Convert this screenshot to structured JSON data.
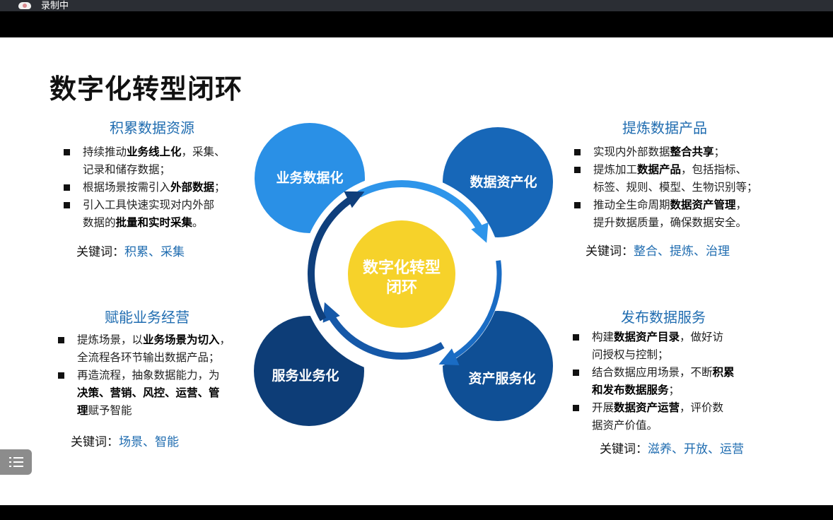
{
  "app": {
    "recording_label": "录制中",
    "menu_icon": "list-icon"
  },
  "slide": {
    "title": "数字化转型闭环",
    "center_label_line1": "数字化转型",
    "center_label_line2": "闭环",
    "nodes": [
      "业务数据化",
      "数据资产化",
      "资产服务化",
      "服务业务化"
    ],
    "colors": {
      "node1": "#2a90e6",
      "node2": "#1767b8",
      "node3": "#0f4f95",
      "node4": "#0d3d77",
      "center": "#f6d22a",
      "heading": "#1f6cb0"
    },
    "keywords_label": "关键词：",
    "sections": [
      {
        "heading": "积累数据资源",
        "bullets": [
          [
            {
              "t": "持续推动"
            },
            {
              "t": "业务线上化",
              "b": 1
            },
            {
              "t": "，采集、"
            },
            {
              "br": 1
            },
            {
              "t": "记录和储存数据；"
            }
          ],
          [
            {
              "t": "根据场景按需引入"
            },
            {
              "t": "外部数据",
              "b": 1
            },
            {
              "t": "；"
            }
          ],
          [
            {
              "t": "引入工具快速实现对内外部"
            },
            {
              "br": 1
            },
            {
              "t": "数据的"
            },
            {
              "t": "批量和实时采集",
              "b": 1
            },
            {
              "t": "。"
            }
          ]
        ],
        "keywords": "积累、采集"
      },
      {
        "heading": "提炼数据产品",
        "bullets": [
          [
            {
              "t": "实现内外部数据"
            },
            {
              "t": "整合共享",
              "b": 1
            },
            {
              "t": "；"
            }
          ],
          [
            {
              "t": "提炼加工"
            },
            {
              "t": "数据产品",
              "b": 1
            },
            {
              "t": "，包括指标、"
            },
            {
              "br": 1
            },
            {
              "t": "标签、规则、模型、生物识别等；"
            }
          ],
          [
            {
              "t": "推动全生命周期"
            },
            {
              "t": "数据资产管理",
              "b": 1
            },
            {
              "t": "，"
            },
            {
              "br": 1
            },
            {
              "t": "提升数据质量，确保数据安全。"
            }
          ]
        ],
        "keywords": "整合、提炼、治理"
      },
      {
        "heading": "赋能业务经营",
        "bullets": [
          [
            {
              "t": "提炼场景，以"
            },
            {
              "t": "业务场景为切入",
              "b": 1
            },
            {
              "t": "，"
            },
            {
              "br": 1
            },
            {
              "t": "全流程各环节输出数据产品；"
            }
          ],
          [
            {
              "t": "再造流程，抽象数据能力，为"
            },
            {
              "br": 1
            },
            {
              "t": "决策、营销、风控、运营、管",
              "b": 1
            },
            {
              "br": 1
            },
            {
              "t": "理",
              "b": 1
            },
            {
              "t": "赋予智能"
            }
          ]
        ],
        "keywords": "场景、智能"
      },
      {
        "heading": "发布数据服务",
        "bullets": [
          [
            {
              "t": "构建"
            },
            {
              "t": "数据资产目录",
              "b": 1
            },
            {
              "t": "，做好访"
            },
            {
              "br": 1
            },
            {
              "t": "问授权与控制；"
            }
          ],
          [
            {
              "t": "结合数据应用场景，不断"
            },
            {
              "t": "积累",
              "b": 1
            },
            {
              "br": 1
            },
            {
              "t": "和发布数据服务",
              "b": 1
            },
            {
              "t": "；"
            }
          ],
          [
            {
              "t": "开展"
            },
            {
              "t": "数据资产运营",
              "b": 1
            },
            {
              "t": "，评价数"
            },
            {
              "br": 1
            },
            {
              "t": "据资产价值。"
            }
          ]
        ],
        "keywords": "滋养、开放、运营"
      }
    ]
  }
}
